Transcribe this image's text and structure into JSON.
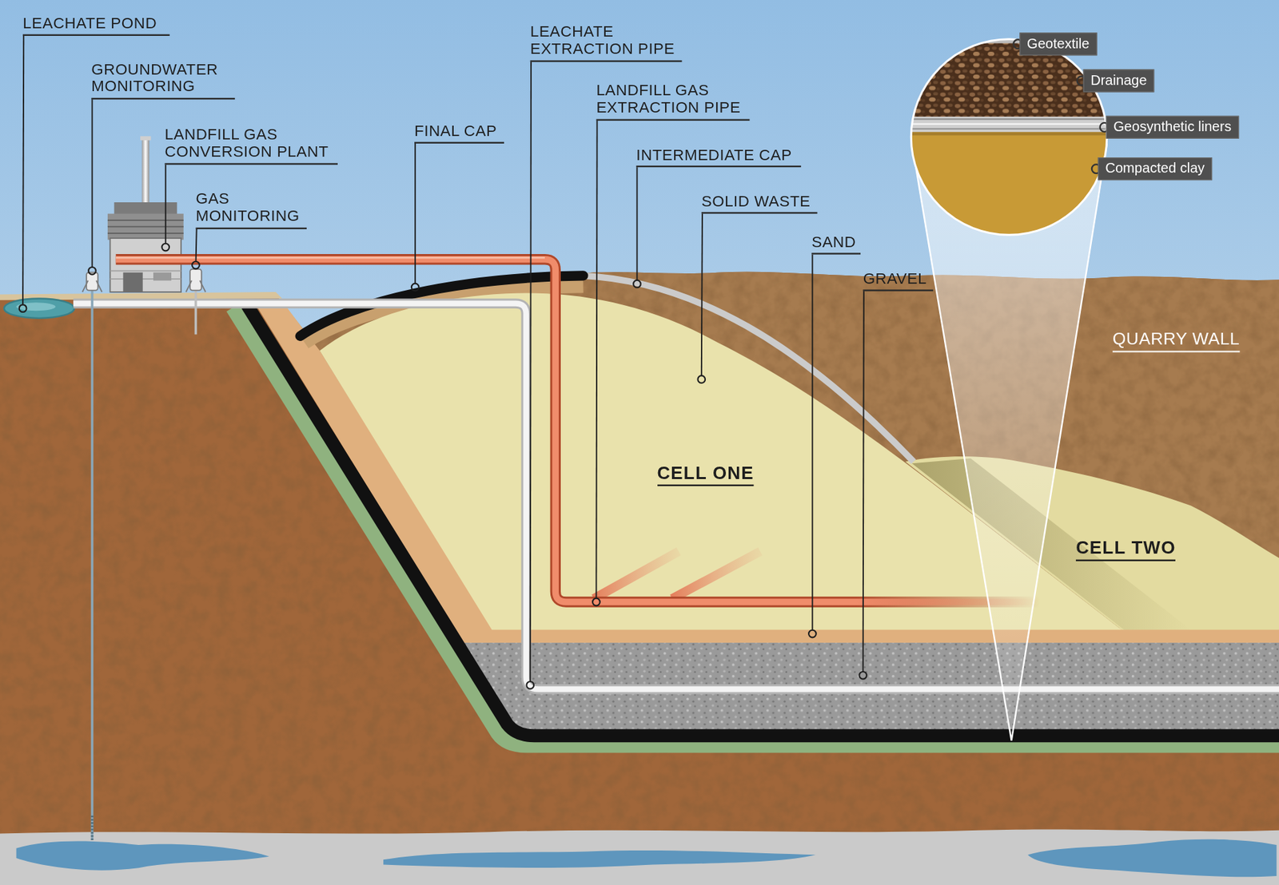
{
  "diagram": {
    "nodes": [
      {
        "text": [
          "Geotextile"
        ]
      },
      {
        "text": [
          "Drainage"
        ]
      },
      {
        "text": [
          "Geosynthetic liners"
        ]
      },
      {
        "text": [
          "Compacted clay"
        ]
      }
    ],
    "labels": [
      "LEACHATE POND",
      "GROUNDWATER MONITORING",
      "LANDFILL GAS CONVERSION PLANT",
      "GAS MONITORING",
      "FINAL CAP",
      "LEACHATE EXTRACTION PIPE",
      "LANDFILL GAS EXTRACTION PIPE",
      "INTERMEDIATE CAP",
      "SOLID WASTE",
      "SAND",
      "GRAVEL",
      "CELL ONE",
      "CELL TWO",
      "QUARRY WALL"
    ]
  }
}
